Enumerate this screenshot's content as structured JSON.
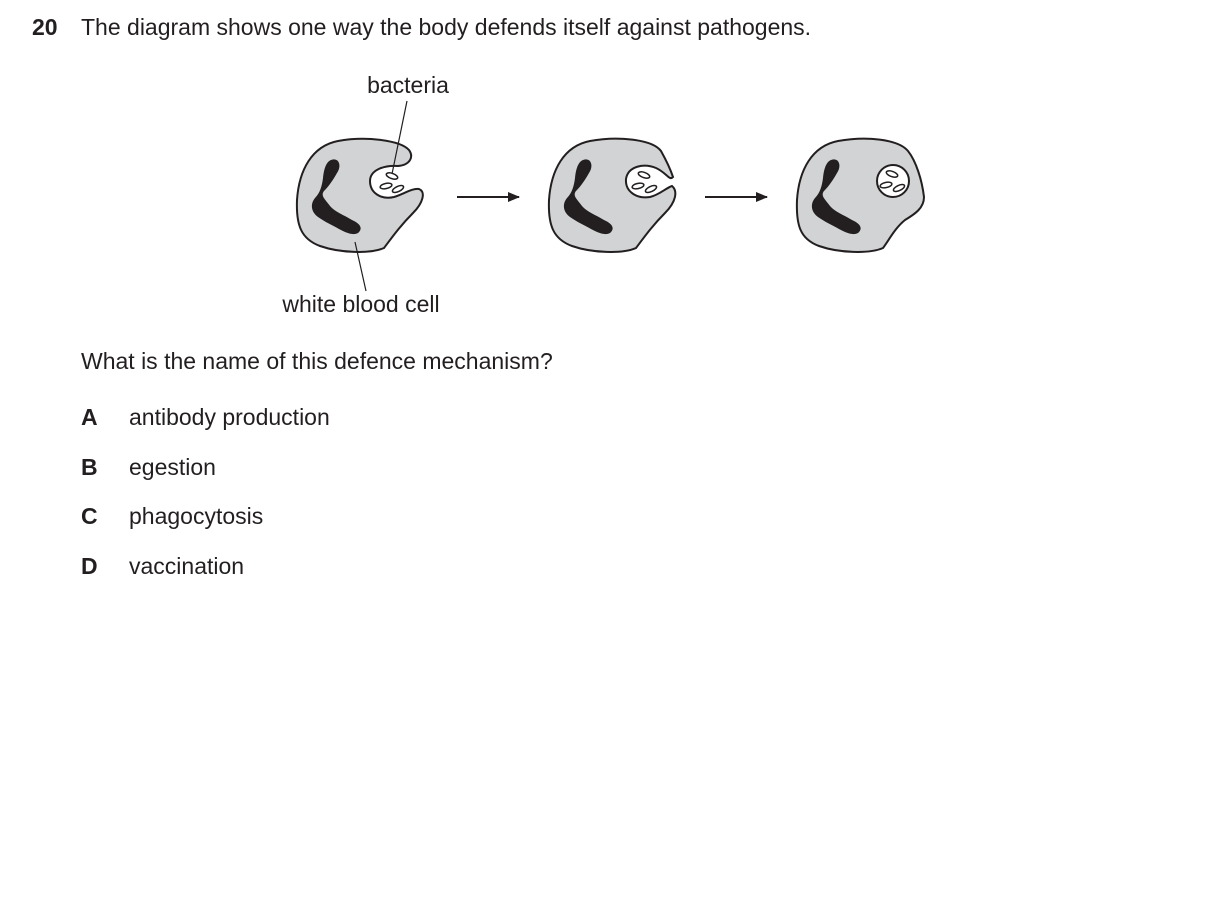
{
  "question": {
    "number": "20",
    "stem": "The diagram shows one way the body defends itself against pathogens.",
    "prompt": "What is the name of this defence mechanism?"
  },
  "diagram": {
    "label_bacteria": "bacteria",
    "label_cell": "white blood cell",
    "cell_fill": "#d1d3d4",
    "nucleus_fill": "#231f20",
    "stages": 3
  },
  "options": [
    {
      "letter": "A",
      "text": "antibody production"
    },
    {
      "letter": "B",
      "text": "egestion"
    },
    {
      "letter": "C",
      "text": "phagocytosis"
    },
    {
      "letter": "D",
      "text": "vaccination"
    }
  ]
}
